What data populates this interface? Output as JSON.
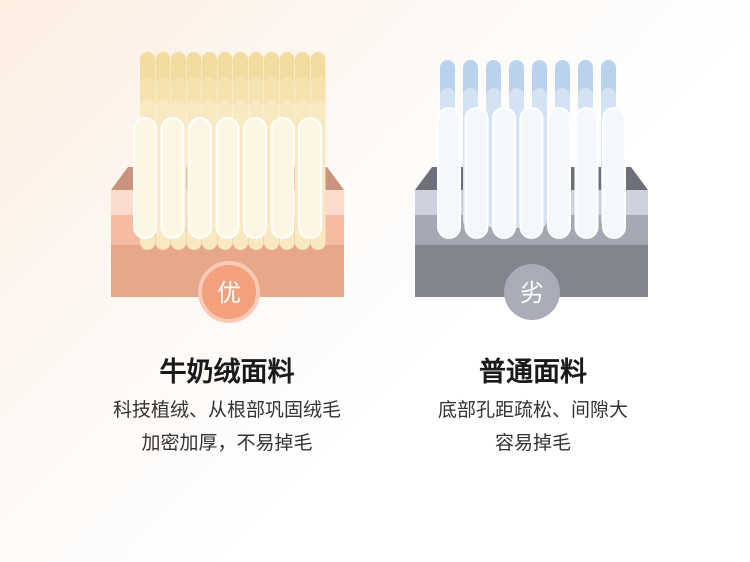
{
  "products": [
    {
      "title": "牛奶绒面料",
      "lines": [
        "科技植绒、从根部巩固绒毛",
        "加密加厚，不易掉毛"
      ],
      "badge": "优",
      "badge_color": "#f2a17c"
    },
    {
      "title": "普通面料",
      "lines": [
        "底部孔距疏松、间隙大",
        "容易掉毛"
      ],
      "badge": "劣",
      "badge_color": "#a8adb7"
    }
  ]
}
